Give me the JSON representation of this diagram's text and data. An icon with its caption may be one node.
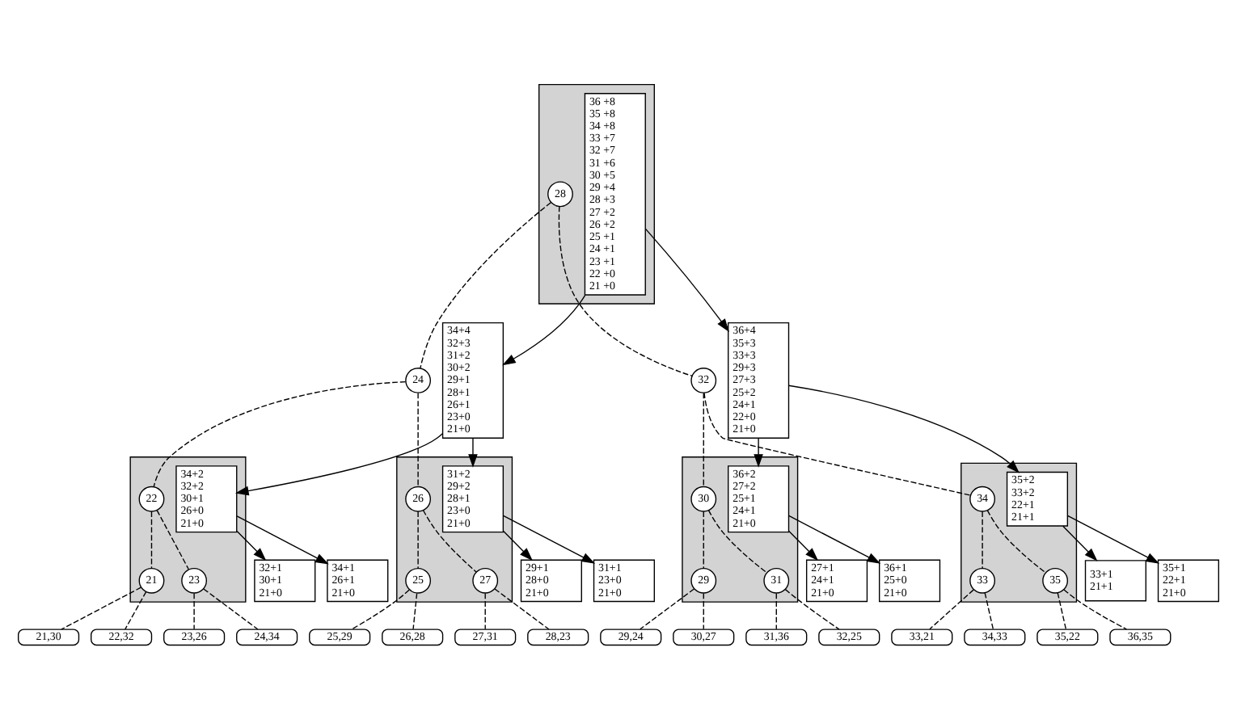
{
  "diagram": {
    "nodes": [
      {
        "text": [],
        "shape": "triangle"
      },
      {
        "text": [
          "28"
        ],
        "in": 0
      },
      {
        "text": [
          "36 +8",
          "35 +8",
          "34 +8",
          "33 +7",
          "32 +7",
          "31 +6",
          "30 +5",
          "29 +4",
          "28 +3",
          "27 +2",
          "26 +2",
          "25 +1",
          "24 +1",
          "23 +1",
          "22 +0",
          "21 +0"
        ],
        "in": 0
      },
      {
        "text": [
          "24"
        ]
      },
      {
        "text": [
          "34+4",
          "32+3",
          "31+2",
          "30+2",
          "29+1",
          "28+1",
          "26+1",
          "23+0",
          "21+0"
        ]
      },
      {
        "text": [
          "32"
        ]
      },
      {
        "text": [
          "36+4",
          "35+3",
          "33+3",
          "29+3",
          "27+3",
          "25+2",
          "24+1",
          "22+0",
          "21+0"
        ]
      },
      {
        "text": [],
        "shape": "triangle"
      },
      {
        "text": [
          "22"
        ],
        "in": 7
      },
      {
        "text": [
          "34+2",
          "32+2",
          "30+1",
          "26+0",
          "21+0"
        ],
        "in": 7
      },
      {
        "text": [
          "21"
        ],
        "in": 7
      },
      {
        "text": [
          "23"
        ],
        "in": 7
      },
      {
        "text": [
          "32+1",
          "30+1",
          "21+0"
        ]
      },
      {
        "text": [
          "34+1",
          "26+1",
          "21+0"
        ]
      },
      {
        "text": [
          "21,30"
        ]
      },
      {
        "text": [
          "22,32"
        ]
      },
      {
        "text": [
          "23,26"
        ]
      },
      {
        "text": [
          "24,34"
        ]
      },
      {
        "text": [],
        "shape": "triangle"
      },
      {
        "text": [
          "26"
        ],
        "in": 18
      },
      {
        "text": [
          "31+2",
          "29+2",
          "28+1",
          "23+0",
          "21+0"
        ],
        "in": 18
      },
      {
        "text": [
          "25"
        ],
        "in": 18
      },
      {
        "text": [
          "27"
        ],
        "in": 18
      },
      {
        "text": [
          "29+1",
          "28+0",
          "21+0"
        ]
      },
      {
        "text": [
          "31+1",
          "23+0",
          "21+0"
        ]
      },
      {
        "text": [
          "25,29"
        ]
      },
      {
        "text": [
          "26,28"
        ]
      },
      {
        "text": [
          "27,31"
        ]
      },
      {
        "text": [
          "28,23"
        ]
      },
      {
        "text": [],
        "shape": "triangle"
      },
      {
        "text": [
          "30"
        ],
        "in": 29
      },
      {
        "text": [
          "36+2",
          "27+2",
          "25+1",
          "24+1",
          "21+0"
        ],
        "in": 29
      },
      {
        "text": [
          "29"
        ],
        "in": 29
      },
      {
        "text": [
          "31"
        ],
        "in": 29
      },
      {
        "text": [
          "27+1",
          "24+1",
          "21+0"
        ]
      },
      {
        "text": [
          "36+1",
          "25+0",
          "21+0"
        ]
      },
      {
        "text": [
          "29,24"
        ]
      },
      {
        "text": [
          "30,27"
        ]
      },
      {
        "text": [
          "31,36"
        ]
      },
      {
        "text": [
          "32,25"
        ]
      },
      {
        "text": [],
        "shape": "triangle"
      },
      {
        "text": [
          "34"
        ],
        "in": 40
      },
      {
        "text": [
          "35+2",
          "33+2",
          "22+1",
          "21+1"
        ],
        "in": 40
      },
      {
        "text": [
          "33"
        ],
        "in": 40
      },
      {
        "text": [
          "35"
        ],
        "in": 40
      },
      {
        "text": [
          "33+1",
          "21+1"
        ]
      },
      {
        "text": [
          "35+1",
          "22+1",
          "21+0"
        ]
      },
      {
        "text": [
          "33,21"
        ]
      },
      {
        "text": [
          "34,33"
        ]
      },
      {
        "text": [
          "35,22"
        ]
      },
      {
        "text": [
          "36,35"
        ]
      }
    ],
    "edges": [
      {
        "from": 1,
        "to": 3,
        "arrow": "none",
        "style": "dashed"
      },
      {
        "from": 1,
        "to": 5,
        "arrow": "none",
        "style": "dashed"
      },
      {
        "from": 2,
        "to": 4,
        "arrow": "to"
      },
      {
        "from": 2,
        "to": 6,
        "arrow": "to"
      },
      {
        "from": 3,
        "to": 8,
        "arrow": "none",
        "style": "dashed"
      },
      {
        "from": 3,
        "to": 19,
        "arrow": "none",
        "style": "dashed"
      },
      {
        "from": 5,
        "to": 30,
        "arrow": "none",
        "style": "dashed"
      },
      {
        "from": 5,
        "to": 41,
        "arrow": "none",
        "style": "dashed"
      },
      {
        "from": 4,
        "to": 9,
        "arrow": "to"
      },
      {
        "from": 4,
        "to": 20,
        "arrow": "to"
      },
      {
        "from": 6,
        "to": 31,
        "arrow": "to"
      },
      {
        "from": 6,
        "to": 42,
        "arrow": "to"
      },
      {
        "from": 8,
        "to": 10,
        "arrow": "none",
        "style": "dashed"
      },
      {
        "from": 8,
        "to": 11,
        "arrow": "none",
        "style": "dashed"
      },
      {
        "from": 9,
        "to": 12,
        "arrow": "to"
      },
      {
        "from": 9,
        "to": 13,
        "arrow": "to"
      },
      {
        "from": 10,
        "to": 14,
        "arrow": "none",
        "style": "dashed"
      },
      {
        "from": 10,
        "to": 15,
        "arrow": "none",
        "style": "dashed"
      },
      {
        "from": 11,
        "to": 16,
        "arrow": "none",
        "style": "dashed"
      },
      {
        "from": 11,
        "to": 17,
        "arrow": "none",
        "style": "dashed"
      },
      {
        "from": 19,
        "to": 21,
        "arrow": "none",
        "style": "dashed"
      },
      {
        "from": 19,
        "to": 22,
        "arrow": "none",
        "style": "dashed"
      },
      {
        "from": 20,
        "to": 23,
        "arrow": "to"
      },
      {
        "from": 20,
        "to": 24,
        "arrow": "to"
      },
      {
        "from": 21,
        "to": 25,
        "arrow": "none",
        "style": "dashed"
      },
      {
        "from": 21,
        "to": 26,
        "arrow": "none",
        "style": "dashed"
      },
      {
        "from": 22,
        "to": 27,
        "arrow": "none",
        "style": "dashed"
      },
      {
        "from": 22,
        "to": 28,
        "arrow": "none",
        "style": "dashed"
      },
      {
        "from": 30,
        "to": 32,
        "arrow": "none",
        "style": "dashed"
      },
      {
        "from": 30,
        "to": 33,
        "arrow": "none",
        "style": "dashed"
      },
      {
        "from": 31,
        "to": 34,
        "arrow": "to"
      },
      {
        "from": 31,
        "to": 35,
        "arrow": "to"
      },
      {
        "from": 32,
        "to": 36,
        "arrow": "none",
        "style": "dashed"
      },
      {
        "from": 32,
        "to": 37,
        "arrow": "none",
        "style": "dashed"
      },
      {
        "from": 33,
        "to": 38,
        "arrow": "none",
        "style": "dashed"
      },
      {
        "from": 33,
        "to": 39,
        "arrow": "none",
        "style": "dashed"
      },
      {
        "from": 41,
        "to": 43,
        "arrow": "none",
        "style": "dashed"
      },
      {
        "from": 41,
        "to": 44,
        "arrow": "none",
        "style": "dashed"
      },
      {
        "from": 42,
        "to": 45,
        "arrow": "to"
      },
      {
        "from": 42,
        "to": 46,
        "arrow": "to"
      },
      {
        "from": 43,
        "to": 47,
        "arrow": "none",
        "style": "dashed"
      },
      {
        "from": 43,
        "to": 48,
        "arrow": "none",
        "style": "dashed"
      },
      {
        "from": 44,
        "to": 49,
        "arrow": "none",
        "style": "dashed"
      },
      {
        "from": 44,
        "to": 50,
        "arrow": "none",
        "style": "dashed"
      }
    ]
  }
}
